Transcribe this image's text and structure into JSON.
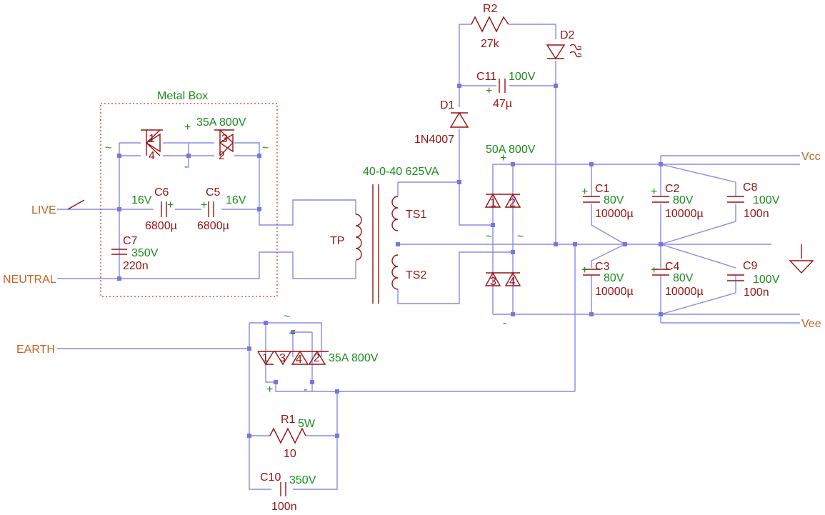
{
  "colors": {
    "wire": "#8a8ae6",
    "component": "#991111",
    "value": "#1b8a1b",
    "net": "#c2621e"
  },
  "nets": {
    "live": "LIVE",
    "neutral": "NEUTRAL",
    "earth": "EARTH",
    "vcc": "Vcc",
    "vee": "Vee"
  },
  "metal_box": "Metal Box",
  "bridge1": {
    "rating": "35A 800V",
    "plus": "+",
    "minus": "-",
    "ac": "~",
    "pins": [
      "1",
      "2",
      "3",
      "4"
    ]
  },
  "bridge2": {
    "rating": "50A 800V",
    "plus": "+",
    "minus": "-",
    "ac": "~",
    "pins": [
      "1",
      "2",
      "3",
      "4"
    ]
  },
  "bridge3": {
    "rating": "35A 800V",
    "plus": "+",
    "minus": "-",
    "ac": "~",
    "pins": [
      "1",
      "3",
      "4",
      "2"
    ]
  },
  "transformer": {
    "rating": "40-0-40 625VA",
    "primary": "TP",
    "sec1": "TS1",
    "sec2": "TS2"
  },
  "c5": {
    "name": "C5",
    "voltage": "16V",
    "value": "6800µ"
  },
  "c6": {
    "name": "C6",
    "voltage": "16V",
    "value": "6800µ"
  },
  "c7": {
    "name": "C7",
    "voltage": "350V",
    "value": "220n"
  },
  "c1": {
    "name": "C1",
    "voltage": "80V",
    "value": "10000µ"
  },
  "c2": {
    "name": "C2",
    "voltage": "80V",
    "value": "10000µ"
  },
  "c3": {
    "name": "C3",
    "voltage": "80V",
    "value": "10000µ"
  },
  "c4": {
    "name": "C4",
    "voltage": "80V",
    "value": "10000µ"
  },
  "c8": {
    "name": "C8",
    "voltage": "100V",
    "value": "100n"
  },
  "c9": {
    "name": "C9",
    "voltage": "100V",
    "value": "100n"
  },
  "c10": {
    "name": "C10",
    "voltage": "350V",
    "value": "100n"
  },
  "c11": {
    "name": "C11",
    "voltage": "100V",
    "value": "47µ"
  },
  "r1": {
    "name": "R1",
    "power": "5W",
    "value": "10"
  },
  "r2": {
    "name": "R2",
    "value": "27k"
  },
  "d1": {
    "name": "D1",
    "part": "1N4007"
  },
  "d2": {
    "name": "D2"
  },
  "plus": "+"
}
